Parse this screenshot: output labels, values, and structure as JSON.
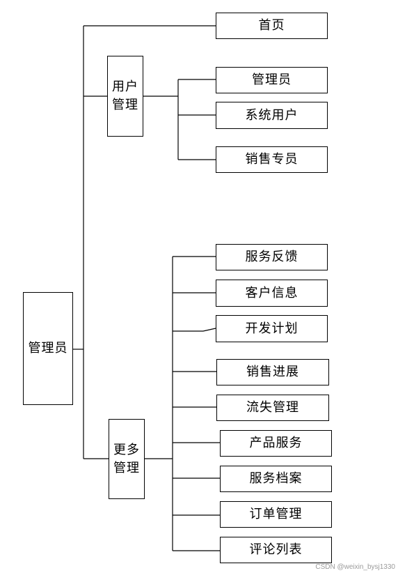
{
  "root": {
    "label": "管理员"
  },
  "top_item": {
    "label": "首页"
  },
  "user_group": {
    "label_line1": "用户",
    "label_line2": "管理",
    "children": [
      "管理员",
      "系统用户",
      "销售专员"
    ]
  },
  "more_group": {
    "label_line1": "更多",
    "label_line2": "管理",
    "children": [
      "服务反馈",
      "客户信息",
      "开发计划",
      "销售进展",
      "流失管理",
      "产品服务",
      "服务档案",
      "订单管理",
      "评论列表"
    ]
  },
  "watermark": "CSDN @weixin_bysj1330"
}
